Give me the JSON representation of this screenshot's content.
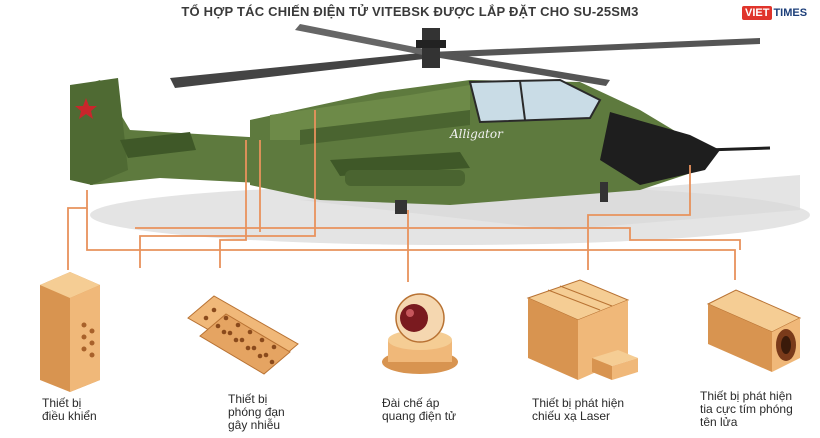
{
  "title": "TỔ HỢP TÁC CHIẾN ĐIỆN TỬ VITEBSK ĐƯỢC LẮP ĐẶT CHO SU-25SM3",
  "logo": {
    "part1": "VIET",
    "part2": "TIMES"
  },
  "aircraft_name": "Alligator",
  "colors": {
    "fuselage": "#5e7a3e",
    "fuselage_dark": "#3f5828",
    "nose": "#1e1e1e",
    "connector": "#e8925c",
    "box": "#f0b879",
    "box_dark": "#d89450",
    "shadow": "#dcdcdc"
  },
  "equipment": [
    {
      "icon": "control-unit-icon",
      "lines": [
        "Thiết bị",
        "điều khiển"
      ]
    },
    {
      "icon": "decoy-launcher-icon",
      "lines": [
        "Thiết bị",
        "phóng đạn",
        "gây nhiễu"
      ]
    },
    {
      "icon": "optronic-jammer-icon",
      "lines": [
        "Đài chế áp",
        "quang điện tử"
      ]
    },
    {
      "icon": "laser-warning-icon",
      "lines": [
        "Thiết bị phát hiện",
        "chiếu xạ Laser"
      ]
    },
    {
      "icon": "uv-missile-warning-icon",
      "lines": [
        "Thiết bị phát hiện",
        "tia cực tím phóng",
        "tên lửa"
      ]
    }
  ]
}
